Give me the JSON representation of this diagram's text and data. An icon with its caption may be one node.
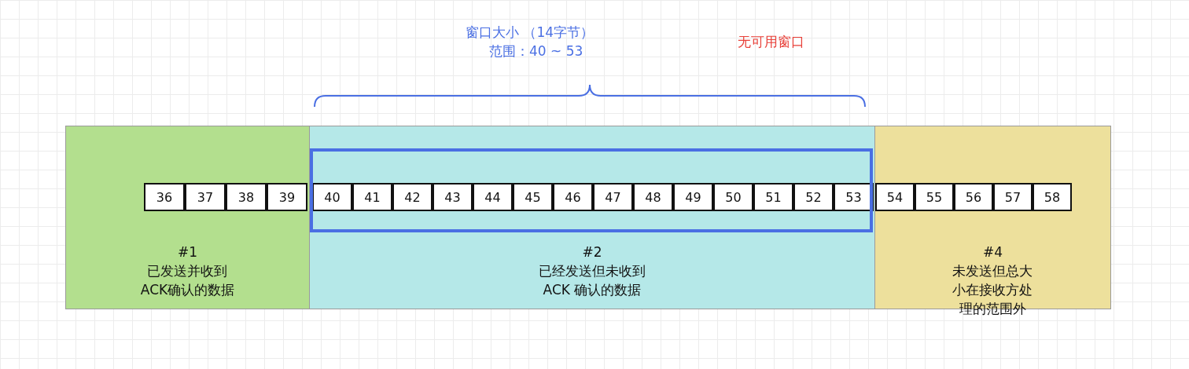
{
  "diagram": {
    "nodes": [
      {
        "text": [
          "#1",
          "已发送并收到ACK确认的数据"
        ]
      },
      {
        "text": [
          "#2",
          "已经发送但未收到ACK 确认的数据"
        ]
      },
      {
        "text": [
          "#4",
          "未发送但总大小在接收方处理的范围外"
        ]
      },
      {
        "text": [
          "36"
        ],
        "in": 0
      },
      {
        "text": [
          "37"
        ],
        "in": 0
      },
      {
        "text": [
          "38"
        ],
        "in": 0
      },
      {
        "text": [
          "39"
        ],
        "in": 0
      },
      {
        "text": [
          "40"
        ],
        "in": 1
      },
      {
        "text": [
          "41"
        ],
        "in": 1
      },
      {
        "text": [
          "42"
        ],
        "in": 1
      },
      {
        "text": [
          "43"
        ],
        "in": 1
      },
      {
        "text": [
          "44"
        ],
        "in": 1
      },
      {
        "text": [
          "45"
        ],
        "in": 1
      },
      {
        "text": [
          "46"
        ],
        "in": 1
      },
      {
        "text": [
          "47"
        ],
        "in": 1
      },
      {
        "text": [
          "48"
        ],
        "in": 1
      },
      {
        "text": [
          "49"
        ],
        "in": 1
      },
      {
        "text": [
          "50"
        ],
        "in": 1
      },
      {
        "text": [
          "51"
        ],
        "in": 1
      },
      {
        "text": [
          "52"
        ],
        "in": 1
      },
      {
        "text": [
          "53"
        ],
        "in": 1
      },
      {
        "text": [
          "54"
        ],
        "in": 2
      },
      {
        "text": [
          "55"
        ],
        "in": 2
      },
      {
        "text": [
          "56"
        ],
        "in": 2
      },
      {
        "text": [
          "57"
        ],
        "in": 2
      },
      {
        "text": [
          "58"
        ],
        "in": 2
      }
    ],
    "labels": [
      "窗口大小 （14字节）",
      "范围：40 ~ 53",
      "无可用窗口"
    ]
  }
}
